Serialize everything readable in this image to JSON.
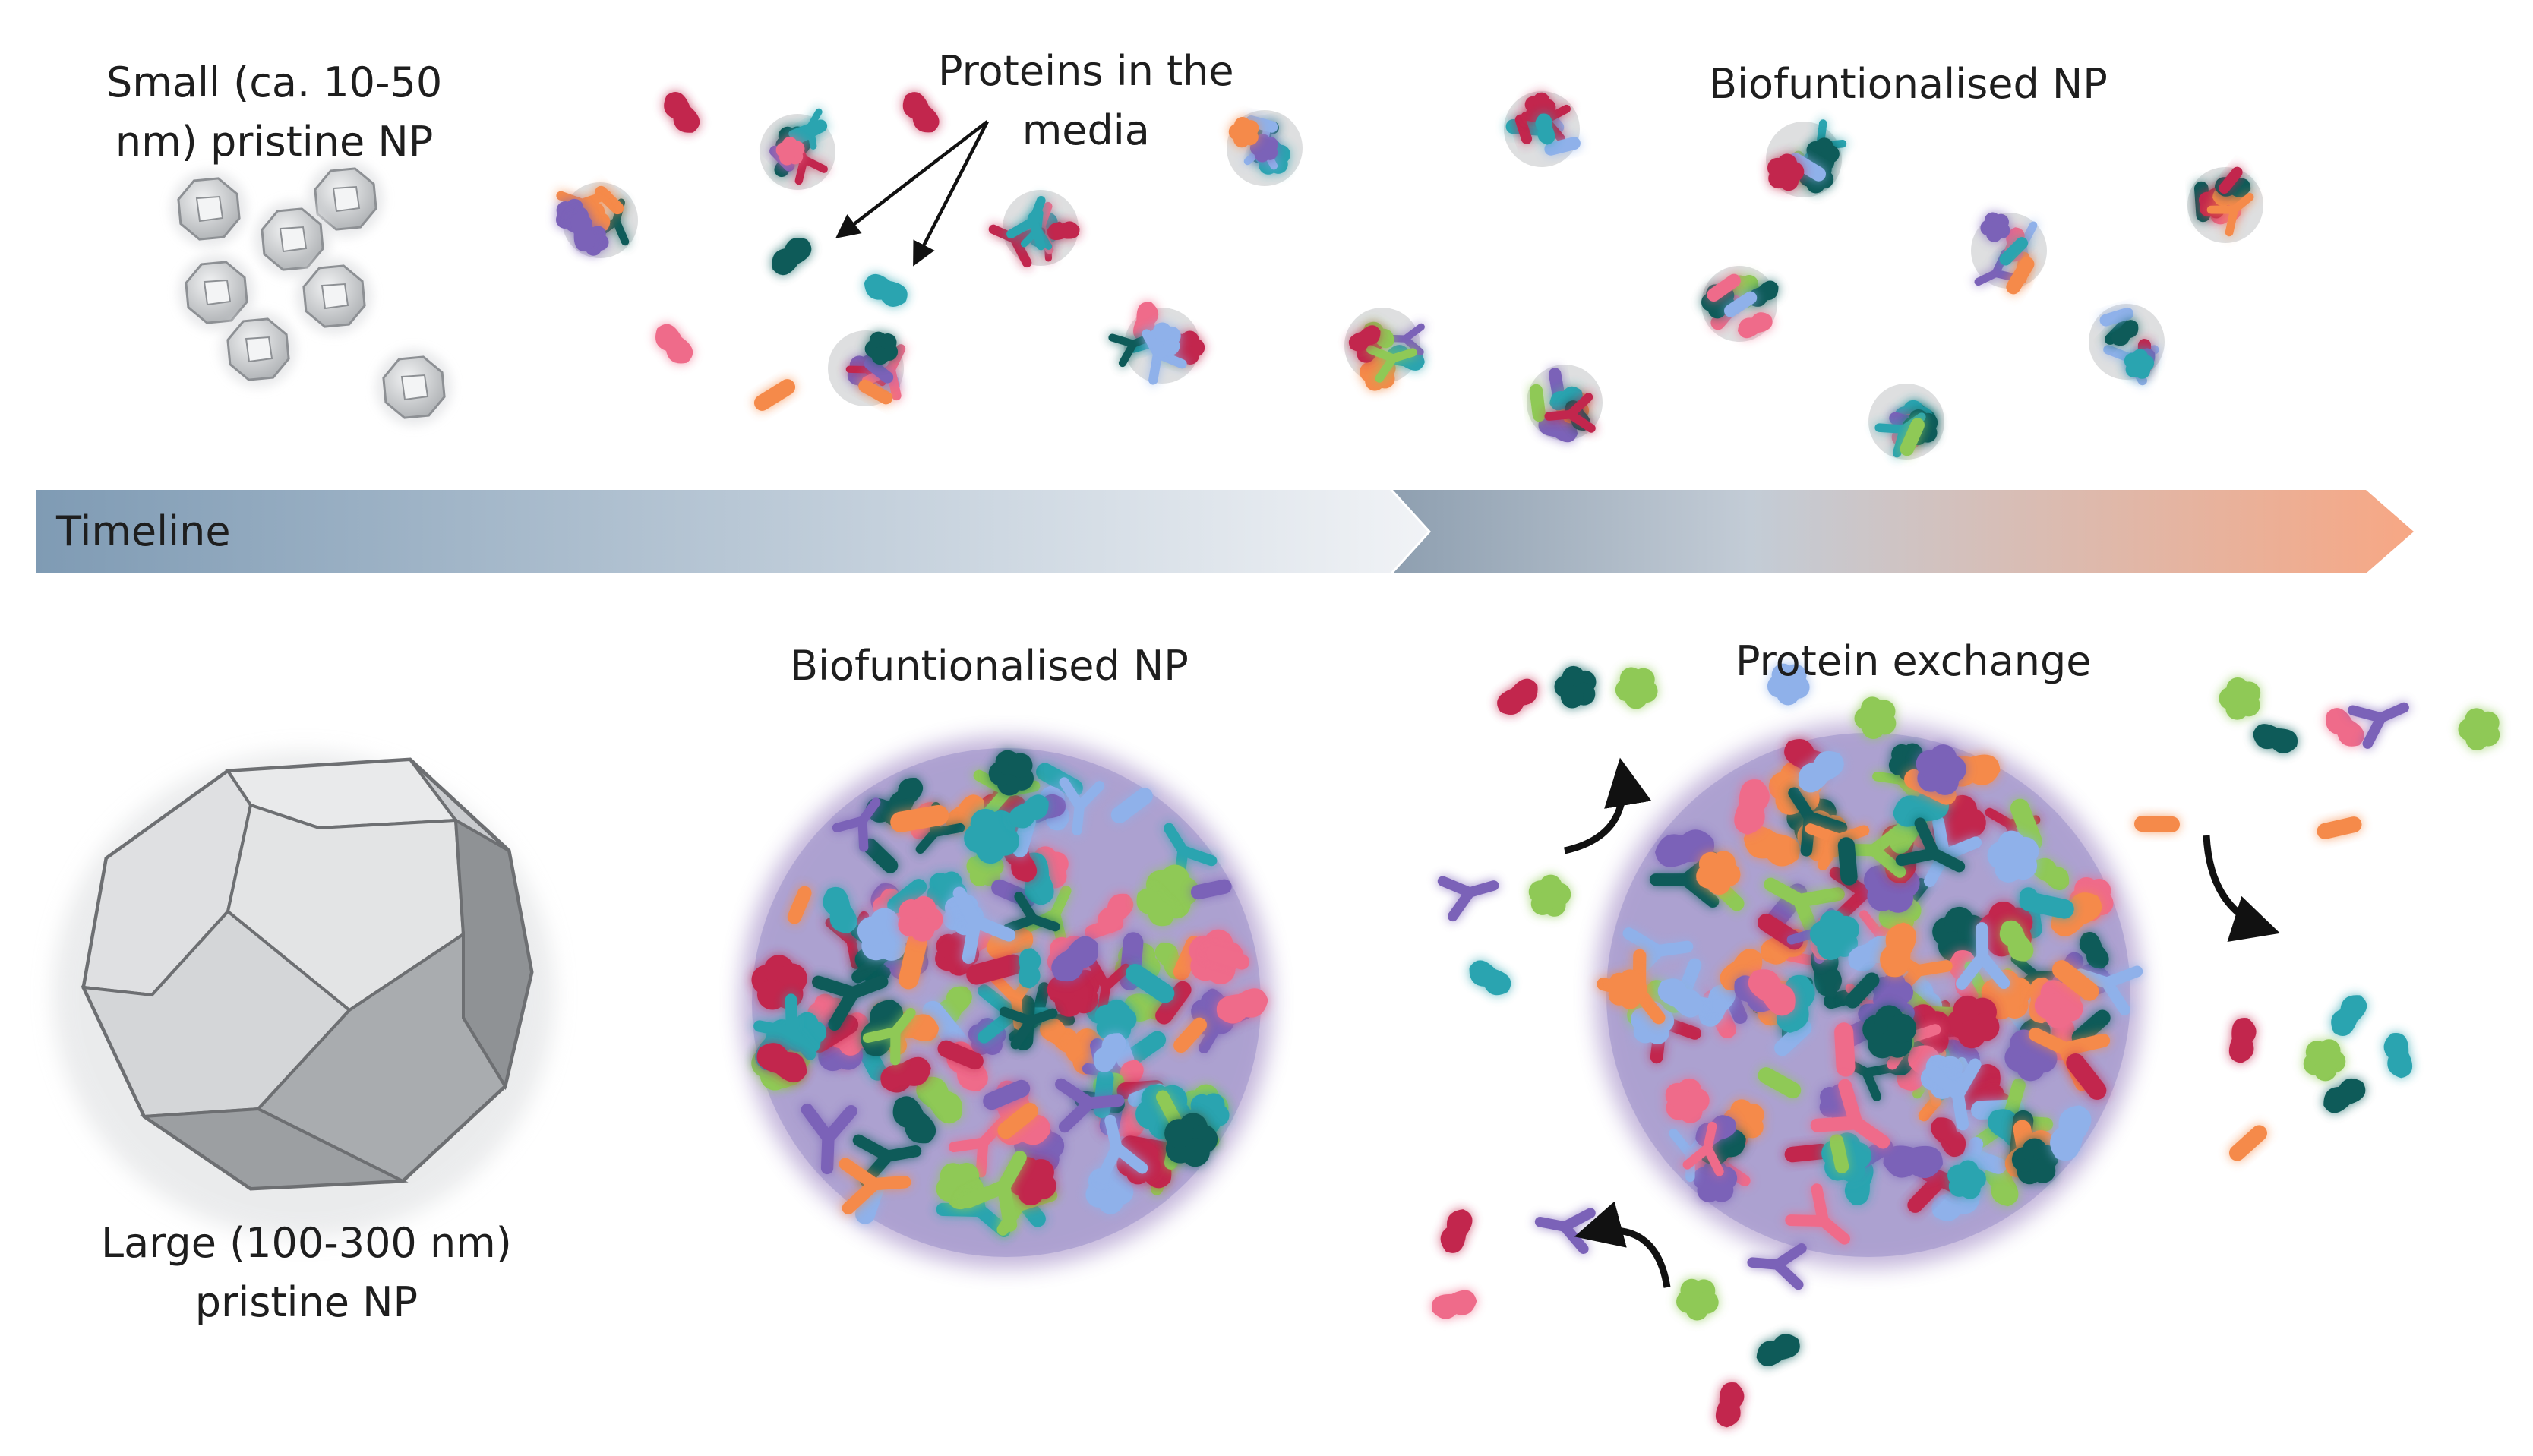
{
  "labels": {
    "small_np": [
      "Small  (ca. 10-50",
      "nm) pristine NP"
    ],
    "proteins_media": [
      "Proteins in the",
      "media"
    ],
    "biofunc_top": "Biofuntionalised NP",
    "timeline": "Timeline",
    "biofunc_bottom": "Biofuntionalised NP",
    "protein_exchange": "Protein exchange",
    "large_np": [
      "Large (100-300 nm)",
      "pristine NP"
    ]
  },
  "colors": {
    "timeline_start": "#7f9bb4",
    "timeline_mid": "#f1f3f6",
    "timeline_end": "#f7a784",
    "np_gray": "#c9cbcd",
    "protein_red": "#c2264d",
    "protein_pink": "#ef6b8a",
    "protein_orange": "#f58a4a",
    "protein_green": "#8fc956",
    "protein_blue": "#8fb1ea",
    "protein_purple": "#7b62b8",
    "protein_teal": "#0e5b59",
    "protein_cyan": "#2aa4b0",
    "text": "#1e1e1e"
  }
}
